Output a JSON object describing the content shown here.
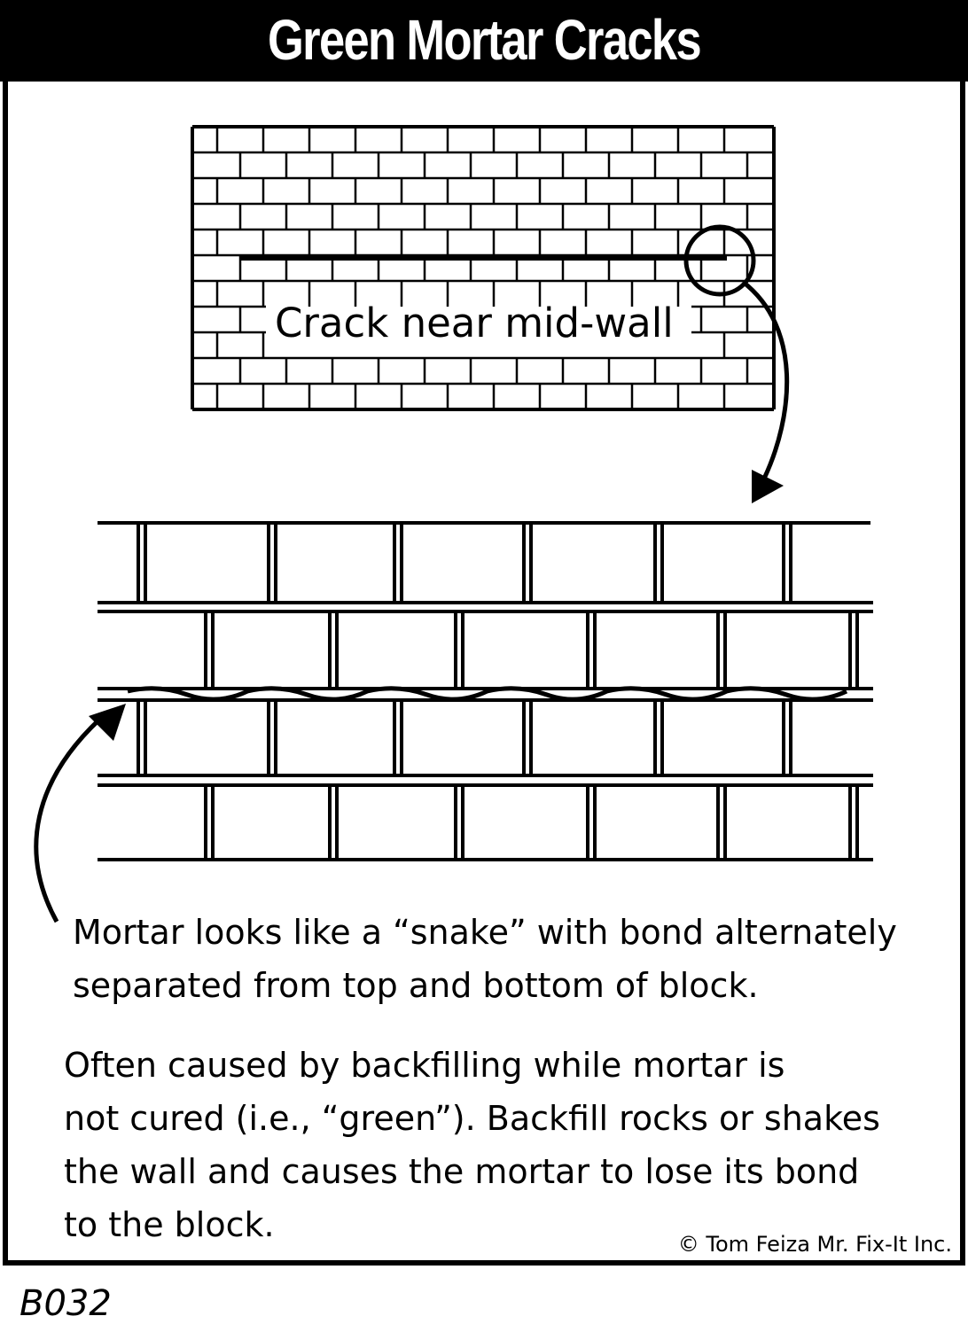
{
  "title": "Green Mortar Cracks",
  "wall_label": "Crack near mid-wall",
  "snake_text": [
    "Mortar looks like a “snake” with bond alternately",
    "separated from top and bottom of block."
  ],
  "cause_text": [
    "Often caused by backfilling while mortar is",
    "not cured (i.e., “green”). Backfill rocks or shakes",
    "the wall and causes the mortar to lose its bond",
    "to the block."
  ],
  "copyright": "© Tom Feiza Mr. Fix-It Inc.",
  "code": "B032"
}
